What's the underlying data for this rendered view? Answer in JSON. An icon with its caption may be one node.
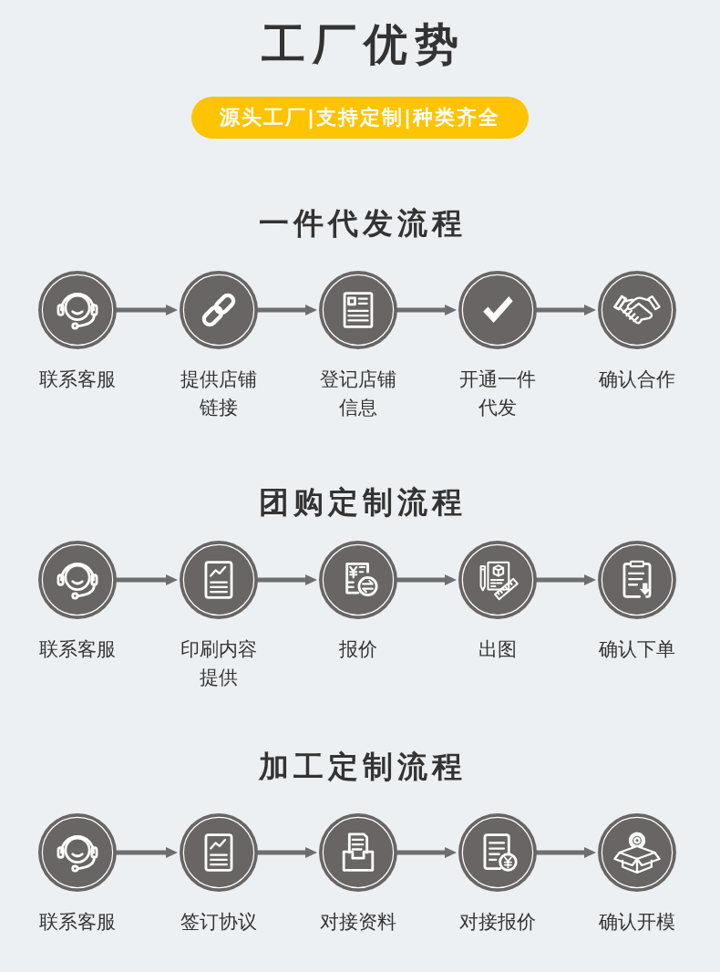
{
  "diagram": {
    "title": "工厂优势",
    "nodes": [
      {
        "text": [
          "源头工厂|支持定制|种类齐全"
        ]
      },
      {
        "text": [
          "联系客服"
        ]
      },
      {
        "text": [
          "提供店铺链接"
        ]
      },
      {
        "text": [
          "登记店铺信息"
        ]
      },
      {
        "text": [
          "开通一件代发"
        ]
      },
      {
        "text": [
          "确认合作"
        ]
      },
      {
        "text": [
          "联系客服"
        ]
      },
      {
        "text": [
          "印刷内容提供"
        ]
      },
      {
        "text": [
          "报价"
        ]
      },
      {
        "text": [
          "出图"
        ]
      },
      {
        "text": [
          "确认下单"
        ]
      },
      {
        "text": [
          "联系客服"
        ]
      },
      {
        "text": [
          "签订协议"
        ]
      },
      {
        "text": [
          "对接资料"
        ]
      },
      {
        "text": [
          "对接报价"
        ]
      },
      {
        "text": [
          "确认开模"
        ]
      }
    ],
    "edges": [
      {
        "from": 1,
        "to": 2,
        "arrow": "to"
      },
      {
        "from": 2,
        "to": 3,
        "arrow": "to"
      },
      {
        "from": 3,
        "to": 4,
        "arrow": "to"
      },
      {
        "from": 4,
        "to": 5,
        "arrow": "to"
      },
      {
        "from": 6,
        "to": 7,
        "arrow": "to"
      },
      {
        "from": 7,
        "to": 8,
        "arrow": "to"
      },
      {
        "from": 8,
        "to": 9,
        "arrow": "to"
      },
      {
        "from": 9,
        "to": 10,
        "arrow": "to"
      },
      {
        "from": 11,
        "to": 12,
        "arrow": "to"
      },
      {
        "from": 12,
        "to": 13,
        "arrow": "to"
      },
      {
        "from": 13,
        "to": 14,
        "arrow": "to"
      },
      {
        "from": 14,
        "to": 15,
        "arrow": "to"
      }
    ],
    "labels": [
      "一件代发流程",
      "团购定制流程",
      "加工定制流程"
    ]
  }
}
